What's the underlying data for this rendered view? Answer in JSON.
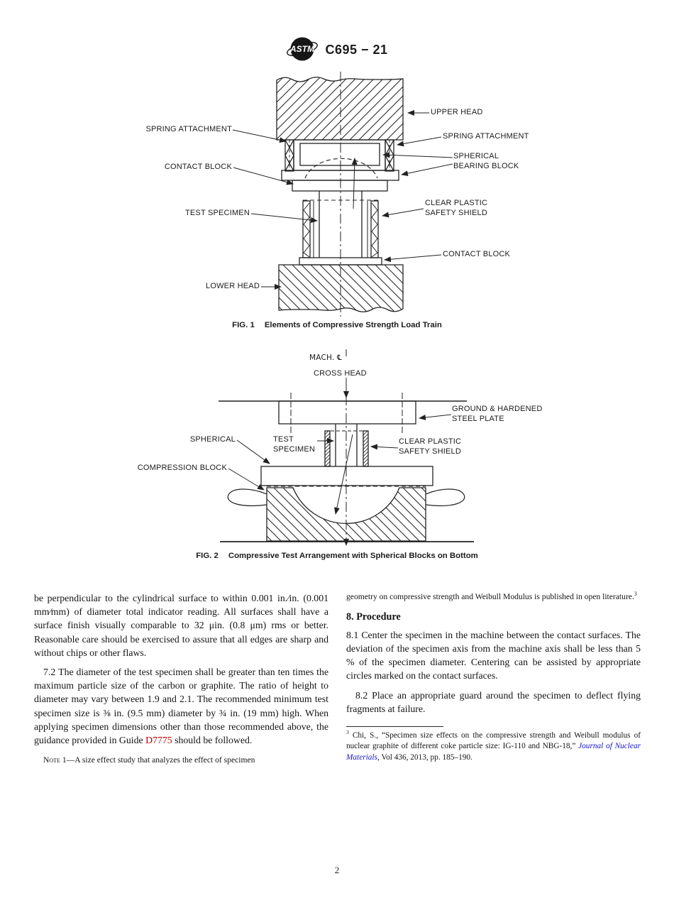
{
  "header": {
    "logo": "astm-logo",
    "doc_code": "C695 − 21"
  },
  "fig1": {
    "caption_fig": "FIG. 1",
    "caption_text": "Elements of Compressive Strength Load Train",
    "labels": {
      "spring_attachment_left": "SPRING ATTACHMENT",
      "upper_head": "UPPER HEAD",
      "spring_attachment_right": "SPRING ATTACHMENT",
      "spherical_bearing_block": "SPHERICAL\nBEARING BLOCK",
      "contact_block_left": "CONTACT BLOCK",
      "test_specimen": "TEST SPECIMEN",
      "clear_plastic_safety_shield": "CLEAR PLASTIC\nSAFETY SHIELD",
      "contact_block_right": "CONTACT BLOCK",
      "lower_head": "LOWER HEAD"
    }
  },
  "fig2": {
    "caption_fig": "FIG. 2",
    "caption_text": "Compressive Test Arrangement with Spherical Blocks on Bottom",
    "labels": {
      "mach_centerline": "MACH. ℄",
      "cross_head": "CROSS HEAD",
      "ground_hardened_steel_plate": "GROUND & HARDENED\nSTEEL PLATE",
      "spherical": "SPHERICAL",
      "test_specimen": "TEST\nSPECIMEN",
      "clear_plastic_safety_shield": "CLEAR PLASTIC\nSAFETY SHIELD",
      "compression_block": "COMPRESSION BLOCK"
    }
  },
  "body": {
    "left": {
      "p1": "be perpendicular to the cylindrical surface to within 0.001 in.⁄in. (0.001 mm⁄mm) of diameter total indicator reading. All surfaces shall have a surface finish visually comparable to 32 μin. (0.8 μm) rms or better. Reasonable care should be exercised to assure that all edges are sharp and without chips or other flaws.",
      "p2_pre": "7.2 The diameter of the test specimen shall be greater than ten times the maximum particle size of the carbon or graphite. The ratio of height to diameter may vary between 1.9 and 2.1. The recommended minimum test specimen size is ⅜ in. (9.5 mm) diameter by ¾ in. (19 mm) high. When applying specimen dimensions other than those recommended above, the guidance provided in Guide ",
      "p2_link": "D7775",
      "p2_post": " should be followed.",
      "note_label": "Note",
      "note_rest": " 1—A size effect study that analyzes the effect of specimen"
    },
    "right": {
      "note_cont": "geometry on compressive strength and Weibull Modulus is published in open literature.",
      "note_sup": "3",
      "heading": "8. Procedure",
      "p81": "8.1 Center the specimen in the machine between the contact surfaces. The deviation of the specimen axis from the machine axis shall be less than 5 % of the specimen diameter. Centering can be assisted by appropriate circles marked on the contact surfaces.",
      "p82": "8.2 Place an appropriate guard around the specimen to deflect flying fragments at failure."
    },
    "footnote": {
      "sup": "3",
      "pre": " Chi, S., “Specimen size effects on the compressive strength and Weibull modulus of nuclear graphite of different coke particle size: IG-110 and NBG-18,” ",
      "journal": "Journal of Nuclear Materials",
      "post": ", Vol 436, 2013, pp. 185–190."
    }
  },
  "page_number": "2",
  "colors": {
    "link_red": "#c00000",
    "link_blue": "#1414c8",
    "drawing_ink": "#222222"
  }
}
